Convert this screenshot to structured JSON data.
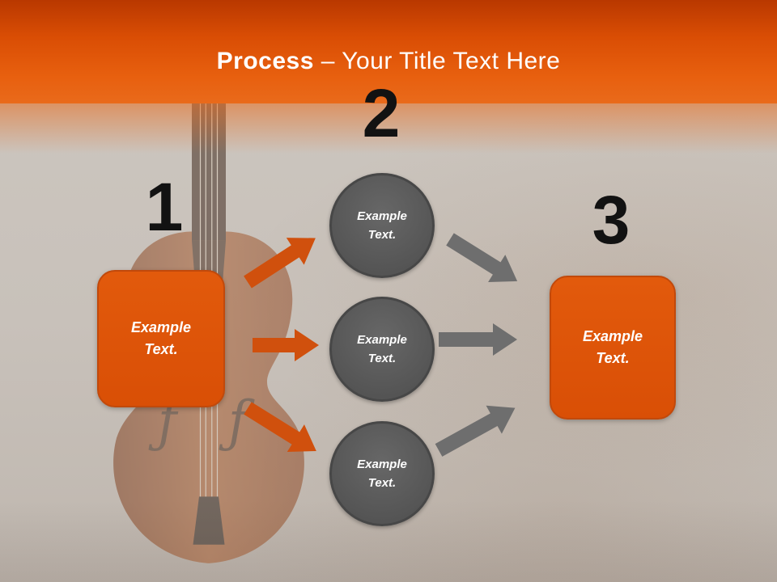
{
  "slide": {
    "title": {
      "bold_part": "Process",
      "regular_part": "– Your Title Text Here"
    },
    "steps": {
      "step1": {
        "number": "1",
        "box_label": "Example\nText."
      },
      "step2": {
        "number": "2",
        "circle_labels": [
          "Example\nText.",
          "Example\nText.",
          "Example\nText."
        ]
      },
      "step3": {
        "number": "3",
        "box_label": "Example\nText."
      }
    },
    "colors": {
      "banner_orange_dark": "#B93800",
      "banner_orange_light": "#E8600F",
      "shape_orange": "#DC5408",
      "shape_orange_border": "#C1490B",
      "circle_gray": "#595959",
      "circle_gray_border": "#474747",
      "orange_arrow": "#D0500D",
      "gray_arrow": "#6E6E6E",
      "background": "#C9C2BB",
      "number_black": "#121212",
      "label_white": "#FFFFFF"
    }
  }
}
